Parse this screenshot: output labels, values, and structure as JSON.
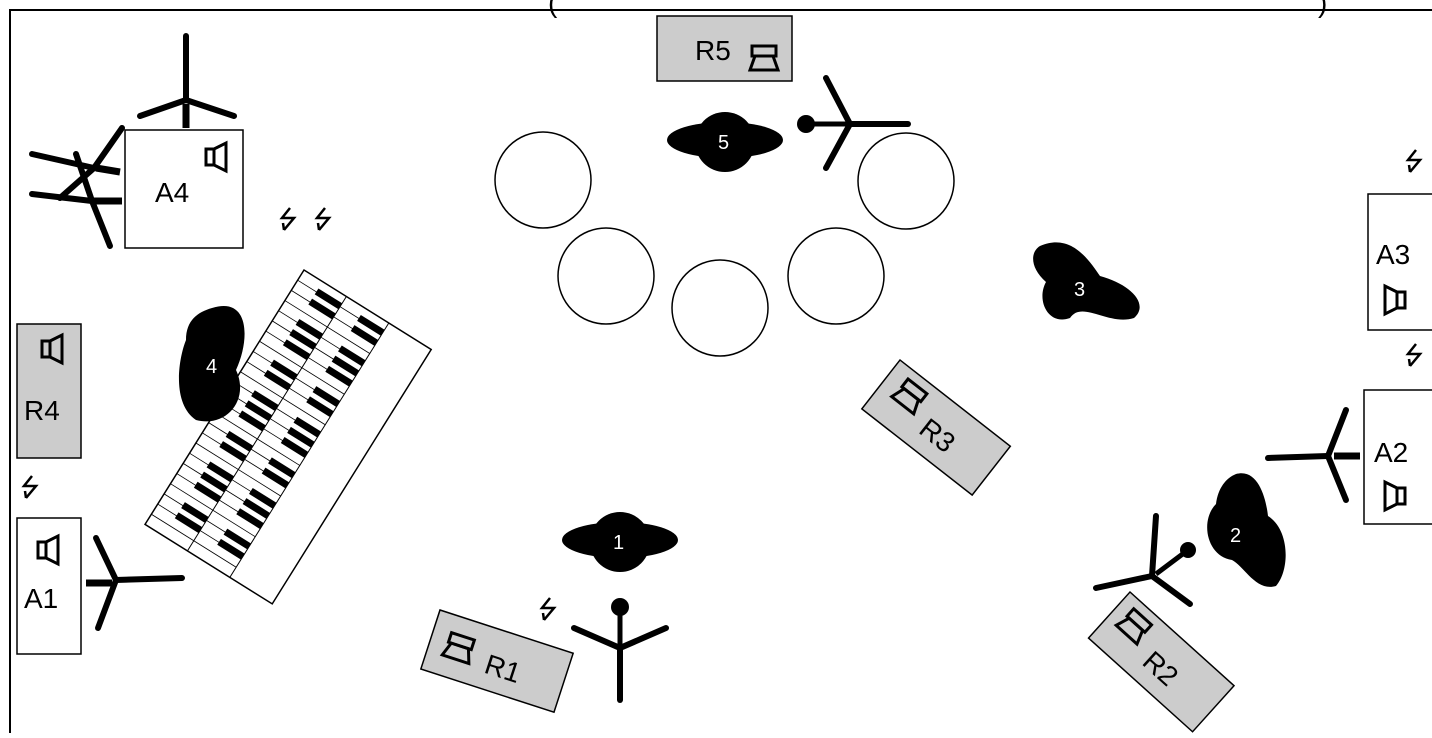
{
  "header": {
    "partial_text": "(",
    "partial_text_right": ")"
  },
  "colors": {
    "stroke": "#000000",
    "fill_gray": "#cccccc",
    "musician": "#000000",
    "background": "#ffffff"
  },
  "amps": {
    "a1": "A1",
    "a2": "A2",
    "a3": "A3",
    "a4": "A4"
  },
  "monitors": {
    "r1": "R1",
    "r2": "R2",
    "r3": "R3",
    "r4": "R4",
    "r5": "R5"
  },
  "musicians": {
    "m1": "1",
    "m2": "2",
    "m3": "3",
    "m4": "4",
    "m5": "5"
  },
  "icons": {
    "speaker": "speaker-icon",
    "monitor_wedge": "monitor-wedge-icon",
    "power": "power-outlet-icon",
    "mic_stand": "mic-stand-icon",
    "keyboard": "keyboard-icon",
    "drum": "drum-icon"
  }
}
